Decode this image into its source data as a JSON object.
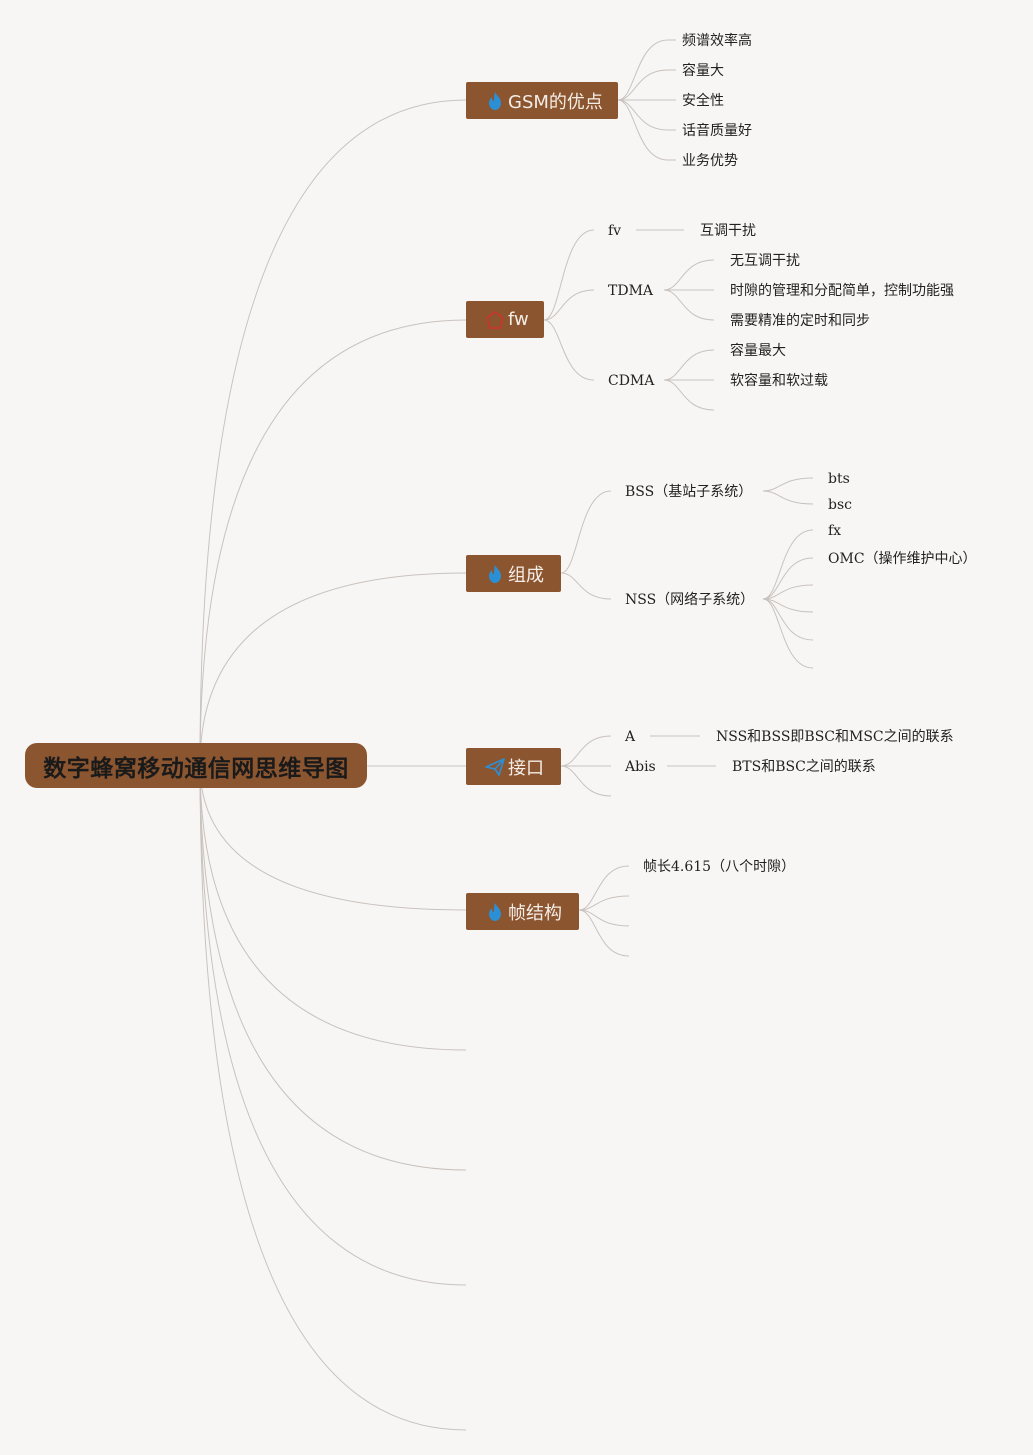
{
  "root": {
    "label": "数字蜂窝移动通信网思维导图"
  },
  "branches": [
    {
      "label": "GSM的优点",
      "icon": "flame-icon",
      "icon_color": "#2b8fd6"
    },
    {
      "label": "fw",
      "icon": "pentagon-icon",
      "icon_color": "#c0392b"
    },
    {
      "label": "组成",
      "icon": "flame-icon",
      "icon_color": "#2b8fd6"
    },
    {
      "label": "接口",
      "icon": "paper-plane-icon",
      "icon_color": "#2b8fd6"
    },
    {
      "label": "帧结构",
      "icon": "flame-icon",
      "icon_color": "#2b8fd6"
    }
  ],
  "gsm_advantages": [
    "频谱效率高",
    "容量大",
    "安全性",
    "话音质量好",
    "业务优势"
  ],
  "fw": {
    "fv": {
      "label": "fv",
      "detail": "互调干扰"
    },
    "tdma": {
      "label": "TDMA",
      "items": [
        "无互调干扰",
        "时隙的管理和分配简单，控制功能强",
        "需要精准的定时和同步"
      ]
    },
    "cdma": {
      "label": "CDMA",
      "items": [
        "容量最大",
        "软容量和软过载"
      ]
    }
  },
  "composition": {
    "bss": {
      "label": "BSS（基站子系统）",
      "items": [
        "bts",
        "bsc"
      ]
    },
    "nss": {
      "label": "NSS（网络子系统）",
      "items": [
        "fx",
        "OMC（操作维护中心）"
      ]
    }
  },
  "interfaces": [
    {
      "label": "A",
      "detail": "NSS和BSS即BSC和MSC之间的联系"
    },
    {
      "label": "Abis",
      "detail": "BTS和BSC之间的联系"
    }
  ],
  "frame": {
    "items": [
      "帧长4.615（八个时隙）"
    ]
  },
  "colors": {
    "node": "#8b5530",
    "line": "#c9c2bd",
    "background": "#f8f6f5"
  }
}
